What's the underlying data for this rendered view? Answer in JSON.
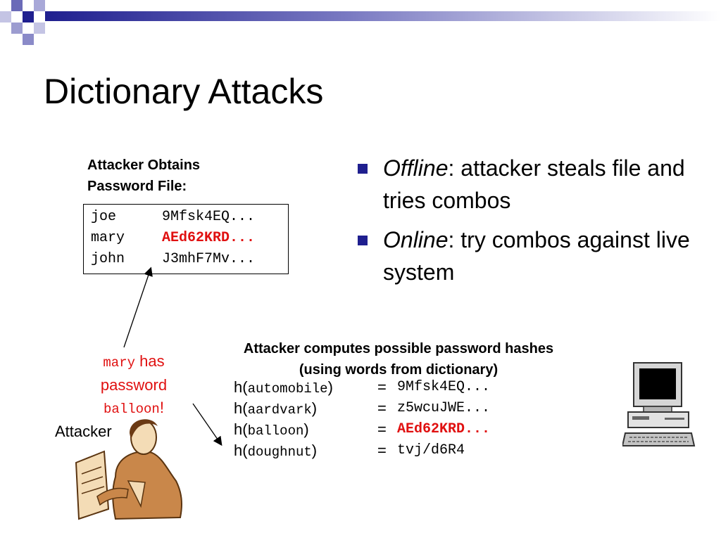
{
  "title": "Dictionary Attacks",
  "password_file": {
    "caption_line1": "Attacker Obtains",
    "caption_line2": "Password File:",
    "rows": [
      {
        "user": "joe",
        "hash": "9Mfsk4EQ..."
      },
      {
        "user": "mary",
        "hash": "AEd62KRD..."
      },
      {
        "user": "john",
        "hash": "J3mhF7Mv..."
      }
    ]
  },
  "bullets": [
    {
      "term": "Offline",
      "text": ": attacker steals file and tries combos"
    },
    {
      "term": "Online",
      "text": ": try combos against live system"
    }
  ],
  "compute_caption": {
    "line1": "Attacker computes possible password hashes",
    "line2": "(using words from dictionary)"
  },
  "hashes": [
    {
      "prefix": "h(",
      "word": "automobile",
      "suffix": ")",
      "eq": "=",
      "value": "9Mfsk4EQ..."
    },
    {
      "prefix": "h(",
      "word": "aardvark",
      "suffix": ")",
      "eq": "=",
      "value": "z5wcuJWE..."
    },
    {
      "prefix": "h(",
      "word": "balloon",
      "suffix": ")",
      "eq": "=",
      "value": "AEd62KRD..."
    },
    {
      "prefix": "h(",
      "word": "doughnut",
      "suffix": ")",
      "eq": "=",
      "value": "tvj/d6R4"
    }
  ],
  "mary_note": {
    "user": "mary",
    "has": "has",
    "password": "password",
    "word": "balloon",
    "bang": "!"
  },
  "attacker_label": "Attacker",
  "colors": {
    "accent": "#1f1f8f",
    "highlight": "#e01010"
  },
  "icons": [
    "attacker-clipart",
    "computer-clipart"
  ]
}
